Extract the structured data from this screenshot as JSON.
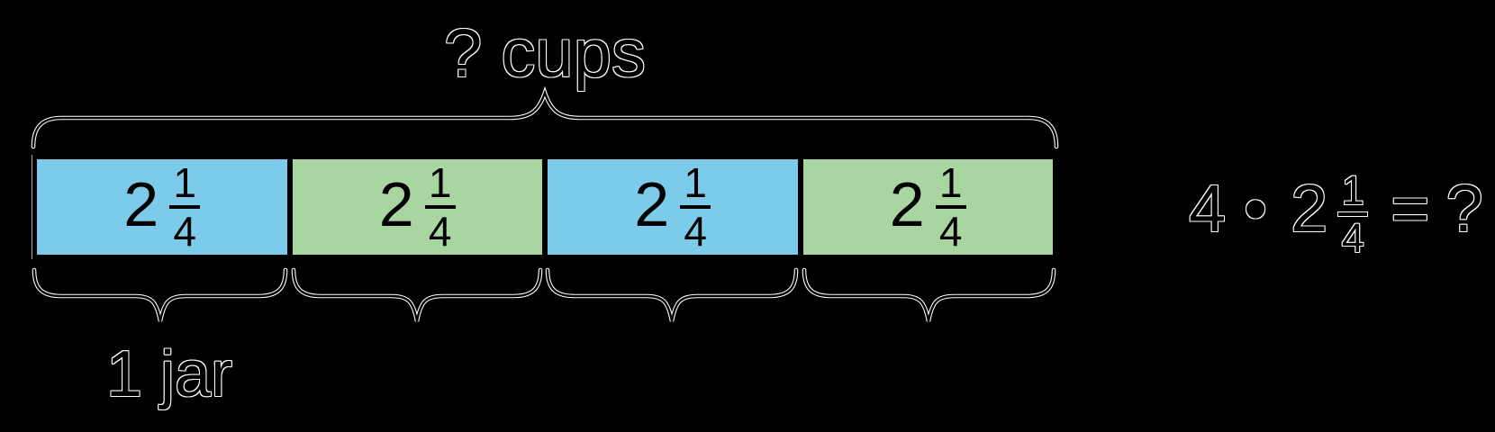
{
  "figure": {
    "type": "tape-diagram",
    "top_brace_label": "? cups",
    "unit_label": "1 jar",
    "segments": [
      {
        "whole": "2",
        "numerator": "1",
        "denominator": "4"
      },
      {
        "whole": "2",
        "numerator": "1",
        "denominator": "4"
      },
      {
        "whole": "2",
        "numerator": "1",
        "denominator": "4"
      },
      {
        "whole": "2",
        "numerator": "1",
        "denominator": "4"
      }
    ],
    "colors": {
      "blue": "#7DCBEA",
      "green": "#A9D5A1",
      "outline": "#000000",
      "halo": "#FFFFFF"
    }
  },
  "equation": {
    "multiplier": "4",
    "dot": "•",
    "mixed_whole": "2",
    "numerator": "1",
    "denominator": "4",
    "equals_sign": "=",
    "question_mark": "?"
  }
}
